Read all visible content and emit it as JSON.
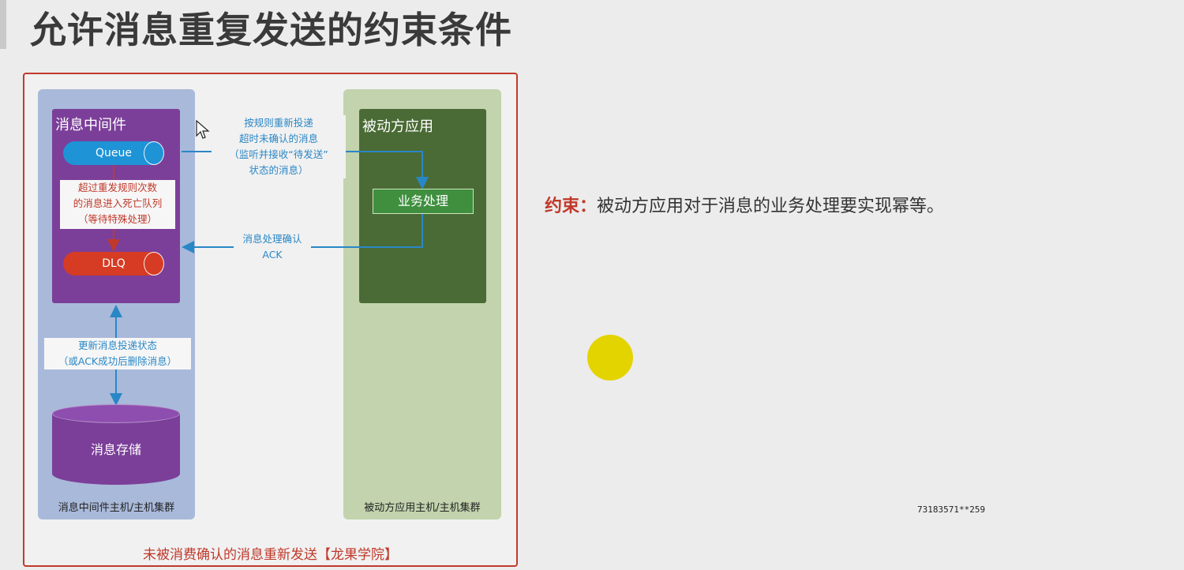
{
  "title": "允许消息重复发送的约束条件",
  "diagram": {
    "middleware": {
      "title": "消息中间件",
      "queue_label": "Queue",
      "dlq_label": "DLQ",
      "retry_note": [
        "超过重发规则次数",
        "的消息进入死亡队列",
        "（等待特殊处理）"
      ],
      "storage_label": "消息存储",
      "host_label": "消息中间件主机/主机集群"
    },
    "passive_app": {
      "title": "被动方应用",
      "business_label": "业务处理",
      "host_label": "被动方应用主机/主机集群"
    },
    "redeliver_note": [
      "按规则重新投递",
      "超时未确认的消息",
      "（监听并接收“待发送”",
      "状态的消息）"
    ],
    "ack_note": [
      "消息处理确认",
      "ACK"
    ],
    "update_note": [
      "更新消息投递状态",
      "（或ACK成功后删除消息）"
    ],
    "caption": "未被消费确认的消息重新发送【龙果学院】"
  },
  "constraint": {
    "keyword": "约束：",
    "text": "被动方应用对于消息的业务处理要实现幂等。"
  },
  "footer_code": "73183571**259",
  "colors": {
    "accent_red": "#c0392b",
    "arrow_blue": "#2a87c6",
    "middleware_purple": "#7b3f99",
    "app_green": "#4a6b35",
    "highlight_dot": "#e3d400"
  }
}
